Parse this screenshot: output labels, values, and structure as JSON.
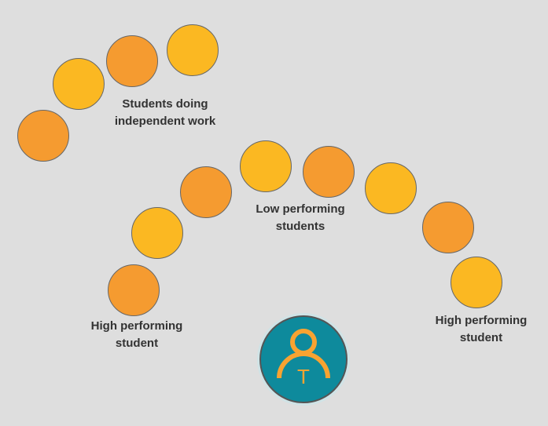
{
  "labels": {
    "independent": "Students doing independent work",
    "low": "Low performing students",
    "high_left": "High performing student",
    "high_right": "High performing student"
  },
  "teacher": {
    "letter": "T",
    "icon": "teacher-person-icon"
  },
  "colors": {
    "yellow": "#fbb822",
    "orange": "#f59b30",
    "teacher_bg": "#0e8a9c",
    "teacher_icon": "#f8a331",
    "background": "#dedede"
  }
}
